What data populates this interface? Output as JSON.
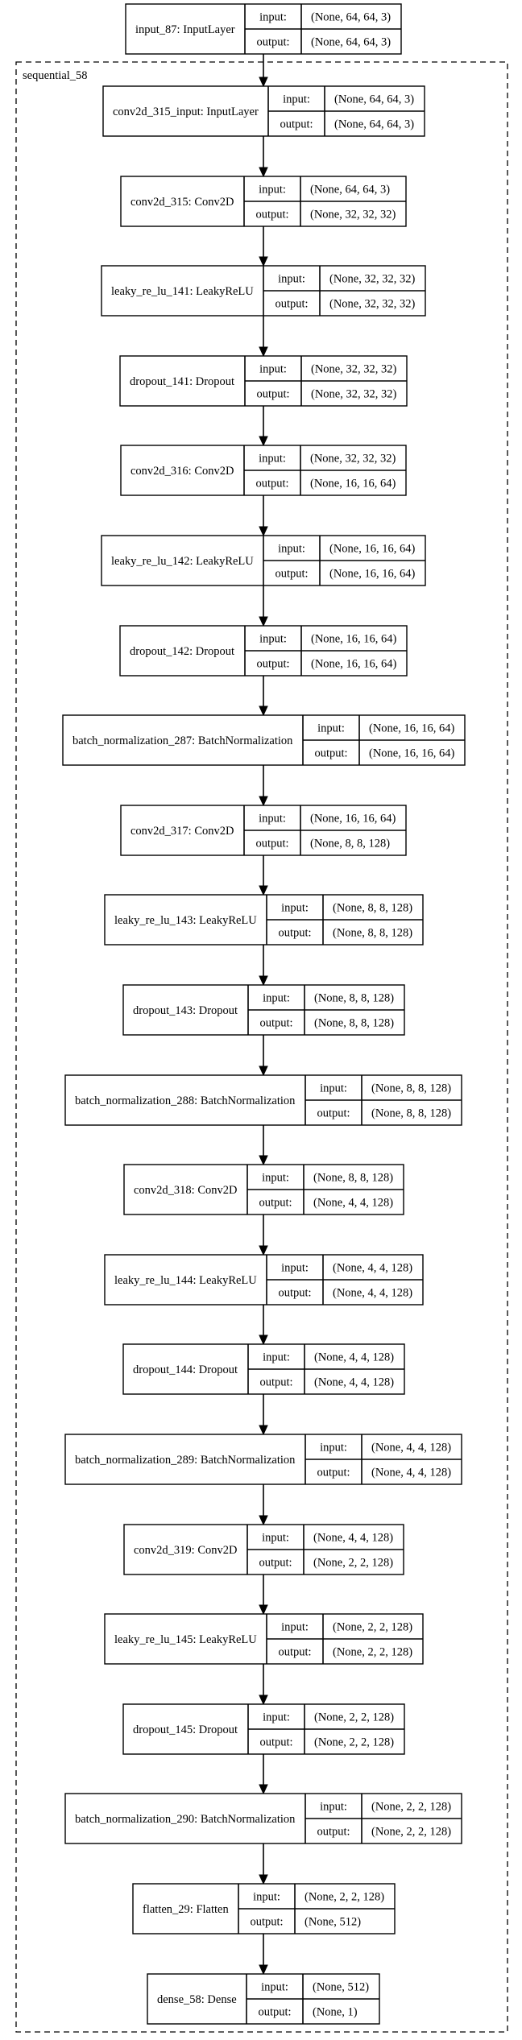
{
  "input_node": {
    "name": "input_87: InputLayer",
    "input": "(None, 64, 64, 3)",
    "output": "(None, 64, 64, 3)"
  },
  "cluster_label": "sequential_58",
  "port_labels": {
    "input": "input:",
    "output": "output:"
  },
  "layers": [
    {
      "name": "conv2d_315_input: InputLayer",
      "input": "(None, 64, 64, 3)",
      "output": "(None, 64, 64, 3)"
    },
    {
      "name": "conv2d_315: Conv2D",
      "input": "(None, 64, 64, 3)",
      "output": "(None, 32, 32, 32)"
    },
    {
      "name": "leaky_re_lu_141: LeakyReLU",
      "input": "(None, 32, 32, 32)",
      "output": "(None, 32, 32, 32)"
    },
    {
      "name": "dropout_141: Dropout",
      "input": "(None, 32, 32, 32)",
      "output": "(None, 32, 32, 32)"
    },
    {
      "name": "conv2d_316: Conv2D",
      "input": "(None, 32, 32, 32)",
      "output": "(None, 16, 16, 64)"
    },
    {
      "name": "leaky_re_lu_142: LeakyReLU",
      "input": "(None, 16, 16, 64)",
      "output": "(None, 16, 16, 64)"
    },
    {
      "name": "dropout_142: Dropout",
      "input": "(None, 16, 16, 64)",
      "output": "(None, 16, 16, 64)"
    },
    {
      "name": "batch_normalization_287: BatchNormalization",
      "input": "(None, 16, 16, 64)",
      "output": "(None, 16, 16, 64)"
    },
    {
      "name": "conv2d_317: Conv2D",
      "input": "(None, 16, 16, 64)",
      "output": "(None, 8, 8, 128)"
    },
    {
      "name": "leaky_re_lu_143: LeakyReLU",
      "input": "(None, 8, 8, 128)",
      "output": "(None, 8, 8, 128)"
    },
    {
      "name": "dropout_143: Dropout",
      "input": "(None, 8, 8, 128)",
      "output": "(None, 8, 8, 128)"
    },
    {
      "name": "batch_normalization_288: BatchNormalization",
      "input": "(None, 8, 8, 128)",
      "output": "(None, 8, 8, 128)"
    },
    {
      "name": "conv2d_318: Conv2D",
      "input": "(None, 8, 8, 128)",
      "output": "(None, 4, 4, 128)"
    },
    {
      "name": "leaky_re_lu_144: LeakyReLU",
      "input": "(None, 4, 4, 128)",
      "output": "(None, 4, 4, 128)"
    },
    {
      "name": "dropout_144: Dropout",
      "input": "(None, 4, 4, 128)",
      "output": "(None, 4, 4, 128)"
    },
    {
      "name": "batch_normalization_289: BatchNormalization",
      "input": "(None, 4, 4, 128)",
      "output": "(None, 4, 4, 128)"
    },
    {
      "name": "conv2d_319: Conv2D",
      "input": "(None, 4, 4, 128)",
      "output": "(None, 2, 2, 128)"
    },
    {
      "name": "leaky_re_lu_145: LeakyReLU",
      "input": "(None, 2, 2, 128)",
      "output": "(None, 2, 2, 128)"
    },
    {
      "name": "dropout_145: Dropout",
      "input": "(None, 2, 2, 128)",
      "output": "(None, 2, 2, 128)"
    },
    {
      "name": "batch_normalization_290: BatchNormalization",
      "input": "(None, 2, 2, 128)",
      "output": "(None, 2, 2, 128)"
    },
    {
      "name": "flatten_29: Flatten",
      "input": "(None, 2, 2, 128)",
      "output": "(None, 512)"
    },
    {
      "name": "dense_58: Dense",
      "input": "(None, 512)",
      "output": "(None, 1)"
    }
  ]
}
